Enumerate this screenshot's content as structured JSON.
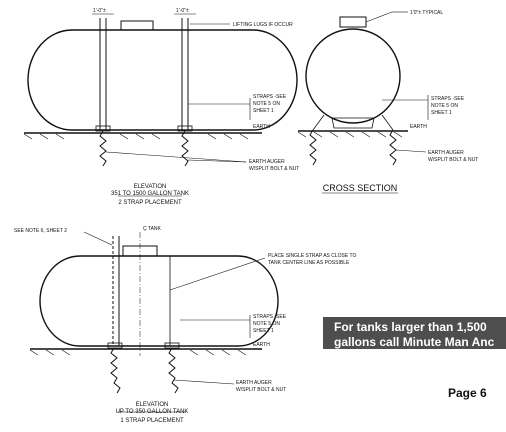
{
  "drawing1": {
    "dim_left": "1'-0\"±",
    "dim_right": "1'-0\"±",
    "lifting_lugs": "LIFTING LUGS IF OCCUR",
    "straps_note": [
      "STRAPS -SEE",
      "NOTE 5 ON",
      "SHEET 1"
    ],
    "earth": "EARTH",
    "auger": [
      "EARTH AUGER",
      "W/SPLIT BOLT & NUT"
    ],
    "title": [
      "ELEVATION",
      "351 TO 1500 GALLON TANK",
      "2 STRAP PLACEMENT"
    ]
  },
  "cross_section": {
    "typical": "1'0\"± TYPICAL",
    "straps_note": [
      "STRAPS -SEE",
      "NOTE 5 ON",
      "SHEET 1"
    ],
    "earth": "EARTH",
    "auger": [
      "EARTH AUGER",
      "W/SPLIT BOLT & NUT"
    ],
    "title": "CROSS SECTION"
  },
  "drawing2": {
    "see_note": "SEE NOTE 6, SHEET 2",
    "centerline": "Ç TANK",
    "single_strap": [
      "PLACE SINGLE STRAP AS CLOSE TO",
      "TANK CENTER LINE AS POSSIBLE"
    ],
    "straps_note": [
      "STRAPS -SEE",
      "NOTE 5 ON",
      "SHEET 1"
    ],
    "earth": "EARTH",
    "auger": [
      "EARTH AUGER",
      "W/SPLIT BOLT & NUT"
    ],
    "title": [
      "ELEVATION",
      "UP TO 350 GALLON TANK",
      "1 STRAP PLACEMENT"
    ]
  },
  "banner": [
    "For tanks larger than 1,500",
    "gallons call Minute Man Anc"
  ],
  "page_label": "Page 6",
  "colors": {
    "banner_bg": "#4e4e4e",
    "banner_text": "#ffffff",
    "line": "#111111"
  }
}
